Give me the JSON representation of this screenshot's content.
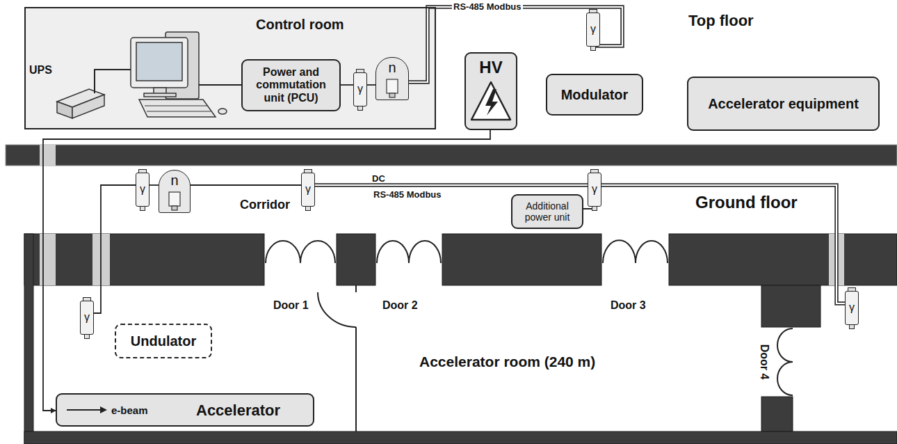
{
  "diagram": {
    "nodes": [
      {
        "text": [
          "Control room"
        ]
      },
      {
        "text": [
          "Power and commutation unit (PCU)"
        ],
        "in": 0
      },
      {
        "text": [
          "γ"
        ],
        "in": 0
      },
      {
        "text": [
          "n"
        ],
        "in": 0
      },
      {
        "text": [
          "γ"
        ]
      },
      {
        "text": [
          "HV"
        ]
      },
      {
        "text": [
          "Modulator"
        ]
      },
      {
        "text": [
          "Accelerator equipment"
        ]
      },
      {
        "text": [
          "γ"
        ]
      },
      {
        "text": [
          "n"
        ]
      },
      {
        "text": [
          "γ"
        ]
      },
      {
        "text": [
          "γ"
        ]
      },
      {
        "text": [
          "Additional power unit"
        ]
      },
      {
        "text": [
          "γ"
        ]
      },
      {
        "text": [
          "γ"
        ]
      },
      {
        "text": [
          "Undulator"
        ]
      },
      {
        "text": [
          "e-beam",
          "Accelerator"
        ]
      }
    ],
    "edges": [
      {
        "from": 1,
        "to": 2,
        "arrow": "none"
      },
      {
        "from": 2,
        "to": 3,
        "arrow": "none"
      },
      {
        "from": 3,
        "to": 4,
        "arrow": "none",
        "label": "RS-485 Modbus"
      },
      {
        "from": 5,
        "to": 16,
        "arrow": "to"
      },
      {
        "from": 8,
        "to": 9,
        "arrow": "none"
      },
      {
        "from": 9,
        "to": 10,
        "arrow": "none"
      },
      {
        "from": 10,
        "to": 11,
        "arrow": "none",
        "label": "RS-485 Modbus"
      },
      {
        "from": 11,
        "to": 12,
        "arrow": "none"
      },
      {
        "from": 11,
        "to": 13,
        "arrow": "none"
      },
      {
        "from": 8,
        "to": 14,
        "arrow": "none"
      }
    ],
    "labels": [
      "UPS",
      "Top floor",
      "Ground floor",
      "Corridor",
      "Door 1",
      "Door 2",
      "Door 3",
      "Door 4",
      "Accelerator room (240 m)",
      "DC"
    ]
  }
}
